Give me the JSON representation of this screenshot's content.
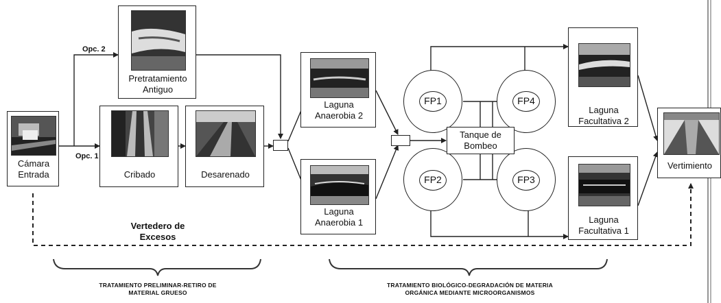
{
  "nodes": {
    "camara": "Cámara\nEntrada",
    "pretratamiento": "Pretratamiento\nAntiguo",
    "cribado": "Cribado",
    "desarenado": "Desarenado",
    "laguna_an2": "Laguna\nAnaerobia 2",
    "laguna_an1": "Laguna\nAnaerobia 1",
    "tanque": "Tanque de\nBombeo",
    "fp1": "FP1",
    "fp2": "FP2",
    "fp3": "FP3",
    "fp4": "FP4",
    "laguna_fac2": "Laguna\nFacultativa 2",
    "laguna_fac1": "Laguna\nFacultativa 1",
    "vertimiento": "Vertimiento"
  },
  "routes": {
    "opc1": "Opc. 1",
    "opc2": "Opc. 2"
  },
  "bypass_label": "Vertedero de\nExcesos",
  "captions": {
    "preliminar": "TRATAMIENTO PRELIMINAR-RETIRO DE\nMATERIAL GRUESO",
    "biologico": "TRATAMIENTO BIOLÓGICO-DEGRADACIÓN DE MATERIA\nORGÁNICA MEDIANTE MICROORGANISMOS"
  }
}
